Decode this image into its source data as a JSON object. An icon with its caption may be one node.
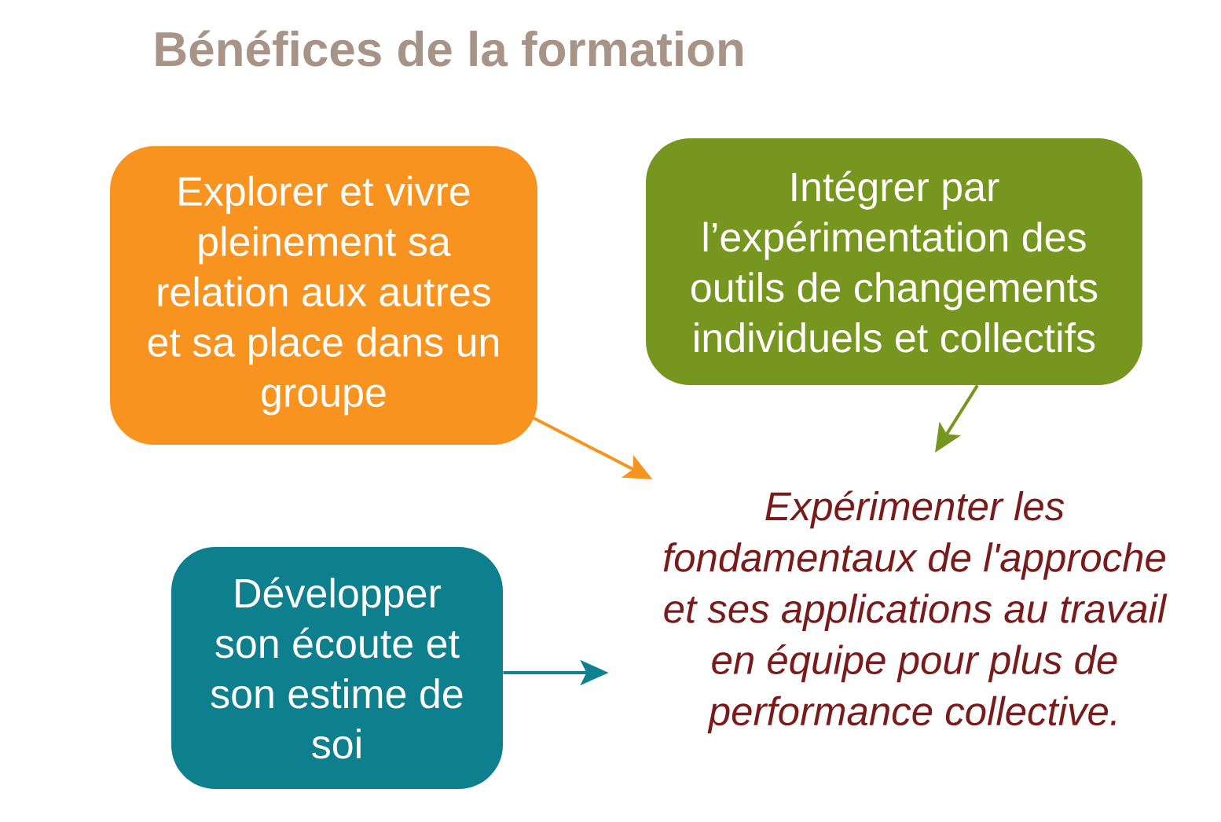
{
  "diagram": {
    "title": "Bénéfices de la formation",
    "nodes": [
      {
        "text": [
          "Explorer et vivre pleinement sa relation aux autres et sa place dans un groupe"
        ]
      },
      {
        "text": [
          "Intégrer par l’expérimentation des outils de changements individuels et collectifs"
        ]
      },
      {
        "text": [
          "Développer son écoute et son estime de soi"
        ]
      },
      {
        "text": [
          "Expérimenter les fondamentaux de l'approche et ses applications au travail en équipe pour plus de performance collective."
        ]
      }
    ],
    "edges": [
      {
        "from": 0,
        "to": 3,
        "arrow": "to",
        "color": "#f7941d"
      },
      {
        "from": 1,
        "to": 3,
        "arrow": "to",
        "color": "#76961f"
      },
      {
        "from": 2,
        "to": 3,
        "arrow": "to",
        "color": "#0e8290"
      }
    ]
  }
}
